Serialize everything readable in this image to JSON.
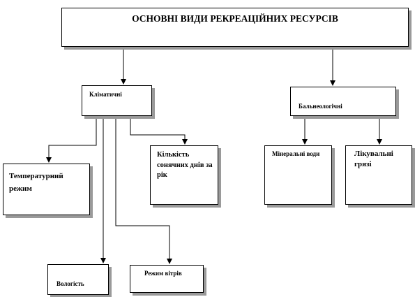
{
  "diagram": {
    "title": "ОСНОВНІ ВИДИ РЕКРЕАЦІЙНИХ РЕСУРСІВ",
    "nodes": {
      "climatic": "Кліматичні",
      "balneological": "Бальнеологічні",
      "temperature": "Температурний режим",
      "sunny_days": "Кількість сонячних днів за рік",
      "humidity": "Вологість",
      "wind": "Режим вітрів",
      "mineral_waters": "Мінеральні води",
      "mud": "Лікувальні грязі"
    },
    "edges": [
      {
        "from": "title",
        "to": "climatic"
      },
      {
        "from": "title",
        "to": "balneological"
      },
      {
        "from": "climatic",
        "to": "temperature"
      },
      {
        "from": "climatic",
        "to": "sunny_days"
      },
      {
        "from": "climatic",
        "to": "humidity"
      },
      {
        "from": "climatic",
        "to": "wind"
      },
      {
        "from": "balneological",
        "to": "mineral_waters"
      },
      {
        "from": "balneological",
        "to": "mud"
      }
    ]
  }
}
